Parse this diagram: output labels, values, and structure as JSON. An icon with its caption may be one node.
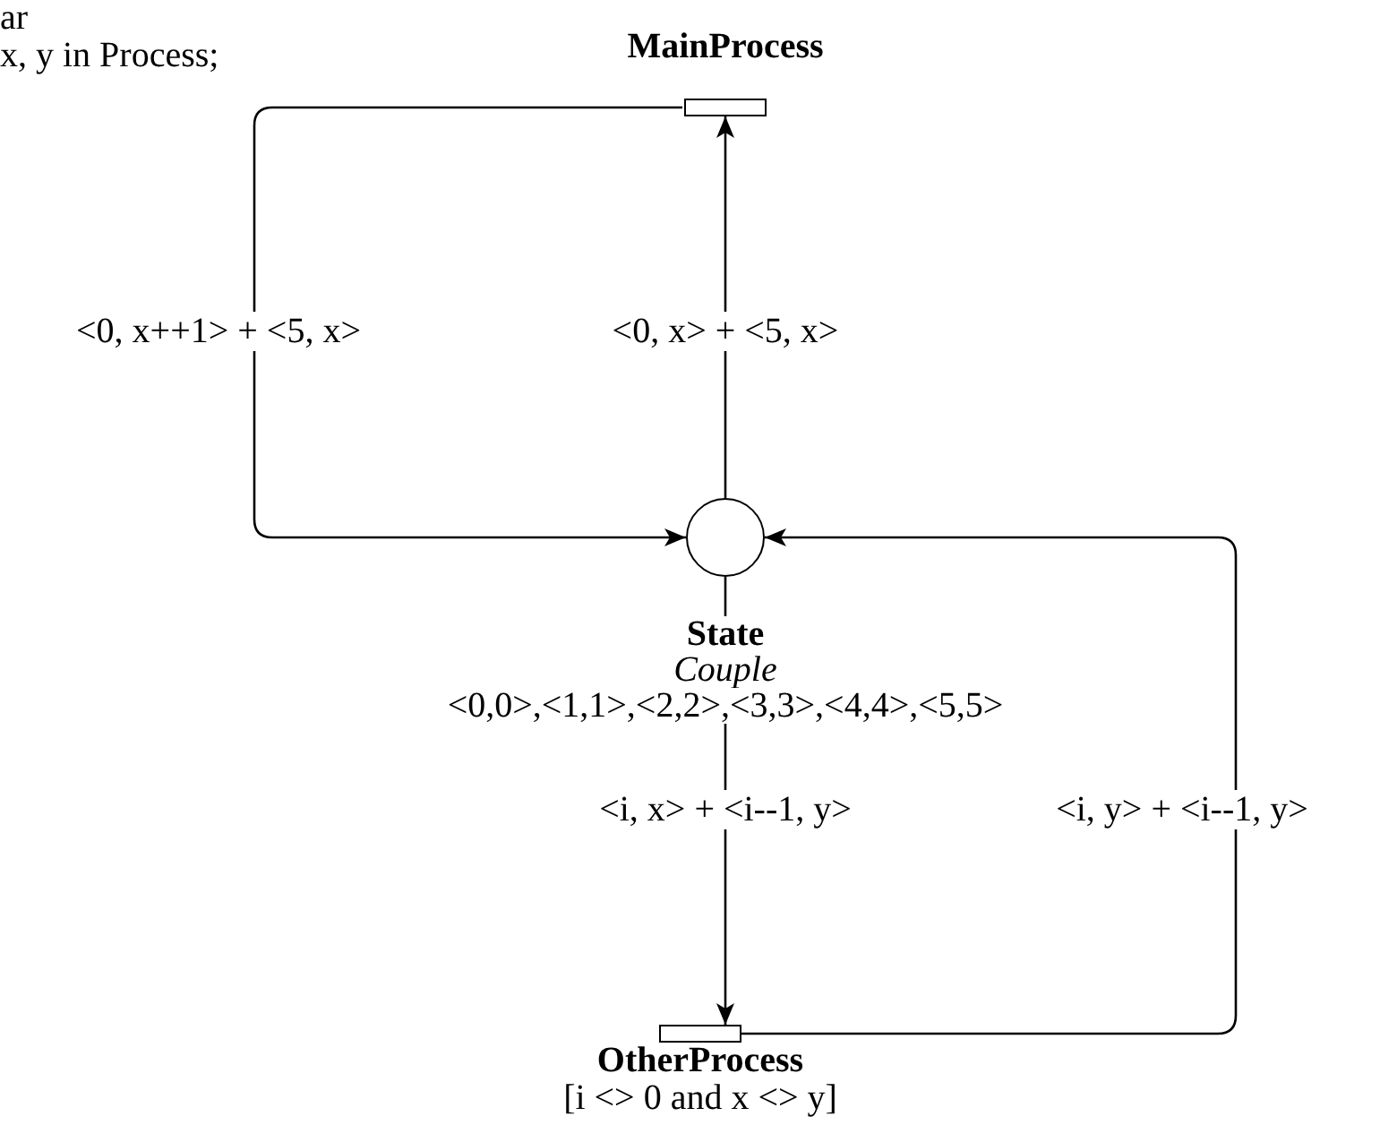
{
  "diagram": {
    "nodes": [
      {
        "text": [
          "MainProcess"
        ]
      },
      {
        "text": [
          "State",
          "Couple",
          "<0,0>,<1,1>,<2,2>,<3,3>,<4,4>,<5,5>"
        ]
      },
      {
        "text": [
          "OtherProcess",
          "[i <> 0 and x <> y]"
        ]
      }
    ],
    "edges": [
      {
        "from": 0,
        "to": 1,
        "arrow": "to",
        "label": "<0, x++1> + <5, x>"
      },
      {
        "from": 1,
        "to": 0,
        "arrow": "to",
        "label": "<0, x> + <5, x>"
      },
      {
        "from": 1,
        "to": 2,
        "arrow": "to",
        "label": "<i, x> + <i--1, y>"
      },
      {
        "from": 2,
        "to": 1,
        "arrow": "to",
        "label": "<i, y> + <i--1, y>"
      }
    ],
    "labels": [
      "ar",
      "x, y in Process;"
    ]
  }
}
